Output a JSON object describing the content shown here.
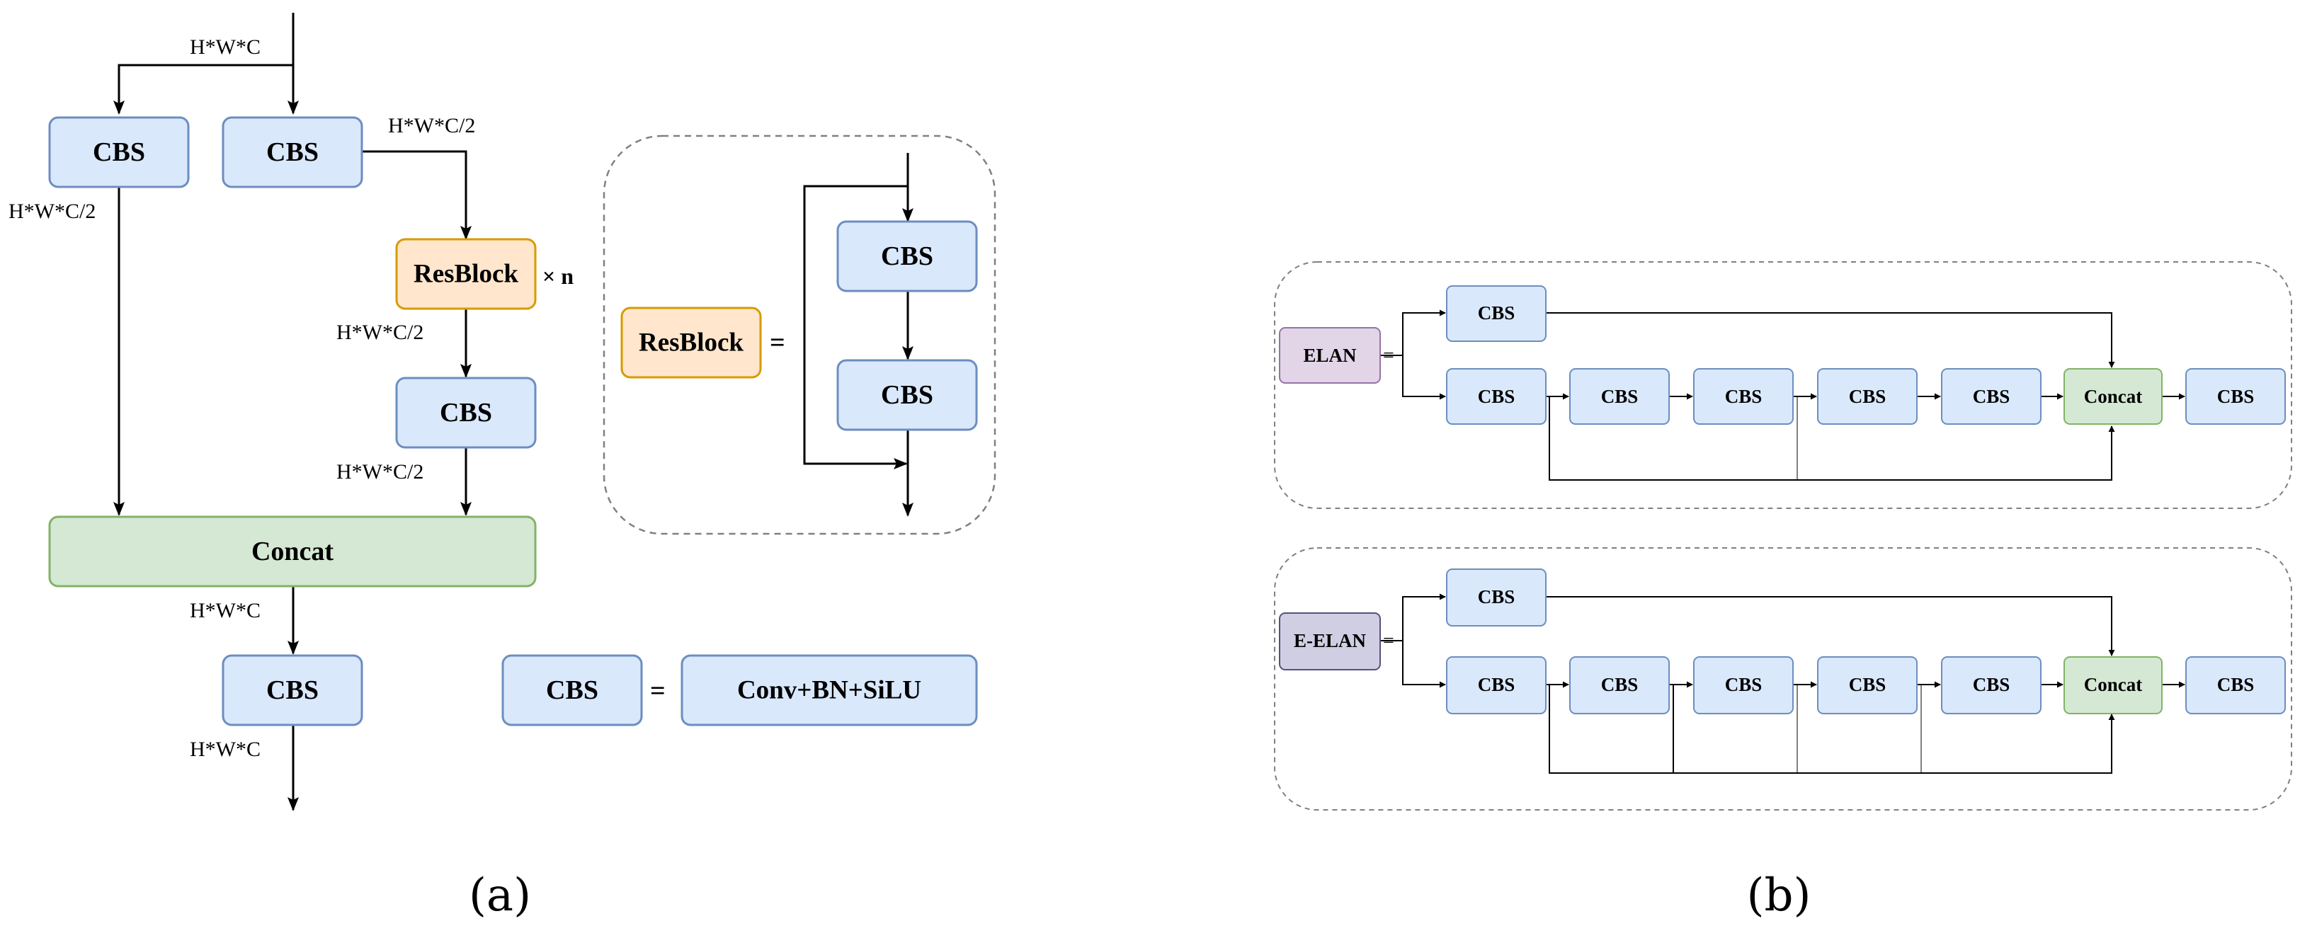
{
  "colors": {
    "cbs_fill": "#dae8fc",
    "cbs_stroke": "#6c8ebf",
    "resblock_fill": "#ffe6cc",
    "resblock_stroke": "#d79b00",
    "concat_fill": "#d5e8d4",
    "concat_stroke": "#82b366",
    "elan_fill": "#e1d5e7",
    "elan_stroke": "#9673a6",
    "eelan_fill": "#d0cee2",
    "eelan_stroke": "#56517e",
    "dashed_stroke": "#808080",
    "line": "#000000"
  },
  "panel_a": {
    "caption": "(a)",
    "labels": {
      "cbs": "CBS",
      "resblock": "ResBlock",
      "concat": "Concat",
      "conv_bn_silu": "Conv+BN+SiLU",
      "times_n": "× n",
      "equals": "="
    },
    "dims": {
      "input": "H*W*C",
      "left_branch": "H*W*C/2",
      "right_branch": "H*W*C/2",
      "after_resblock": "H*W*C/2",
      "after_cbs": "H*W*C/2",
      "after_concat": "H*W*C",
      "output": "H*W*C"
    }
  },
  "panel_b": {
    "caption": "(b)",
    "labels": {
      "elan": "ELAN",
      "eelan": "E-ELAN",
      "cbs": "CBS",
      "concat": "Concat",
      "equals": "="
    }
  }
}
